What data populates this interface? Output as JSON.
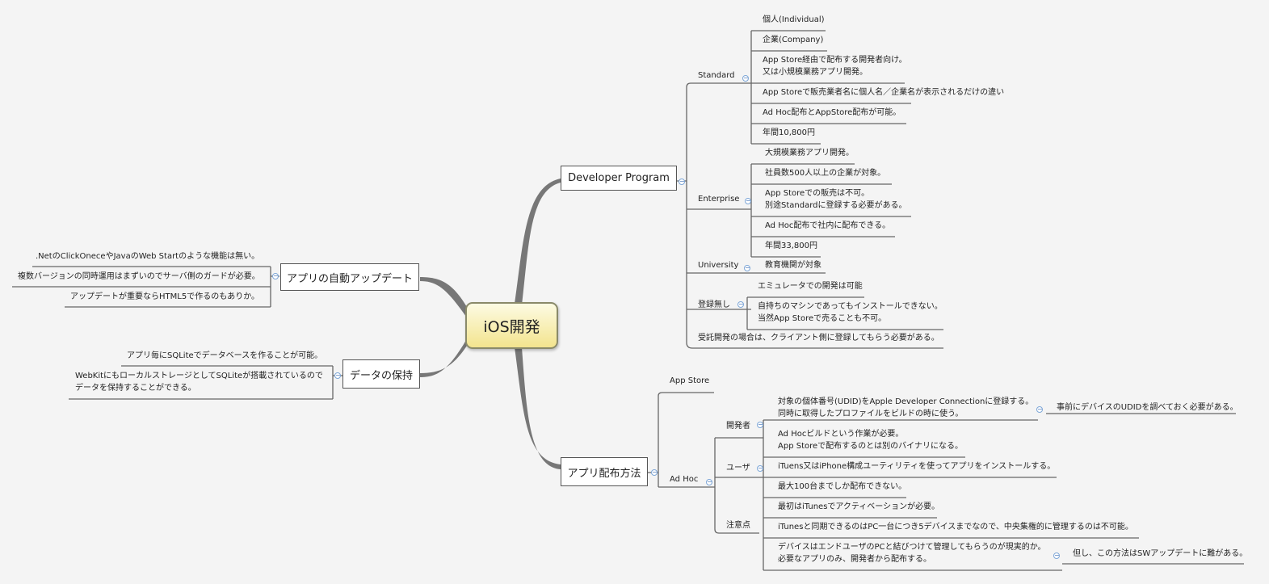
{
  "root": {
    "label": "iOS開発"
  },
  "developer_program": {
    "label": "Developer Program",
    "standard": {
      "label": "Standard",
      "items": [
        "個人(Individual)",
        "企業(Company)",
        "App Store経由で配布する開発者向け。",
        "又は小規模業務アプリ開発。",
        "App Storeで販売業者名に個人名／企業名が表示されるだけの違い",
        "Ad Hoc配布とAppStore配布が可能。",
        "年間10,800円"
      ]
    },
    "enterprise": {
      "label": "Enterprise",
      "items": [
        "大規模業務アプリ開発。",
        "社員数500人以上の企業が対象。",
        "App Storeでの販売は不可。",
        "別途Standardに登録する必要がある。",
        "Ad Hoc配布で社内に配布できる。",
        "年間33,800円"
      ]
    },
    "university": {
      "label": "University",
      "items": [
        "教育機関が対象"
      ]
    },
    "unregistered": {
      "label": "登録無し",
      "items": [
        "エミュレータでの開発は可能",
        "自持ちのマシンであってもインストールできない。",
        "当然App Storeで売ることも不可。"
      ]
    },
    "note": "受託開発の場合は、クライアント側に登録してもらう必要がある。"
  },
  "distribution": {
    "label": "アプリ配布方法",
    "app_store": "App Store",
    "ad_hoc": {
      "label": "Ad Hoc",
      "developer": {
        "label": "開発者",
        "items": [
          "対象の個体番号(UDID)をApple Developer Connectionに登録する。",
          "同時に取得したプロファイルをビルドの時に使う。",
          "Ad Hocビルドという作業が必要。",
          "App Storeで配布するのとは別のバイナリになる。"
        ],
        "sub": "事前にデバイスのUDIDを調べておく必要がある。"
      },
      "user": {
        "label": "ユーザ",
        "items": [
          "iTuens又はiPhone構成ユーティリティを使ってアプリをインストールする。"
        ]
      },
      "caution": {
        "label": "注意点",
        "items": [
          "最大100台までしか配布できない。",
          "最初はiTunesでアクティベーションが必要。",
          "iTunesと同期できるのはPC一台につき5デバイスまでなので、中央集権的に管理するのは不可能。",
          "デバイスはエンドユーザのPCと結びつけて管理してもらうのが現実的か。",
          "必要なアプリのみ、開発者から配布する。"
        ],
        "sub": "但し、この方法はSWアップデートに難がある。"
      }
    }
  },
  "auto_update": {
    "label": "アプリの自動アップデート",
    "items": [
      ".NetのClickOneceやJavaのWeb Startのような機能は無い。",
      "複数バージョンの同時運用はまずいのでサーバ側のガードが必要。",
      "アップデートが重要ならHTML5で作るのもありか。"
    ]
  },
  "data_storage": {
    "label": "データの保持",
    "items": [
      "アプリ毎にSQLiteでデータベースを作ることが可能。",
      "WebKitにもローカルストレージとしてSQLiteが搭載されているので",
      "データを保持することができる。"
    ]
  }
}
